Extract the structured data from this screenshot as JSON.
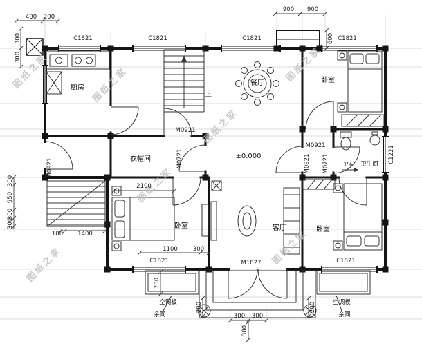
{
  "watermark": {
    "text": "图纸之家"
  },
  "rooms": {
    "kitchen": "厨房",
    "dining": "餐厅",
    "bedroom": "卧室",
    "cloakroom": "衣帽间",
    "living": "客厅",
    "bathroom": "卫生间",
    "stair_up": "上",
    "ac_panel": "空调板",
    "same_as_rest": "余同"
  },
  "annotations": {
    "elevation": "±0.000",
    "slope": "1%"
  },
  "openings": {
    "window_c1821": "C1821",
    "window_c1221": "C1221",
    "door_m0921": "M0921",
    "door_m0721": "M0721",
    "door_m1827": "M1827"
  },
  "dimensions": {
    "d100": "100",
    "d200": "200",
    "d300": "300",
    "d400": "400",
    "d600": "600",
    "d700": "700",
    "d900": "900",
    "d950": "950",
    "d1100": "1100",
    "d1400": "1400",
    "d2100": "2100"
  },
  "colors": {
    "wall": "#141414",
    "thin_line": "#333333",
    "watermark": "#bdbdbd",
    "background": "#ffffff"
  }
}
